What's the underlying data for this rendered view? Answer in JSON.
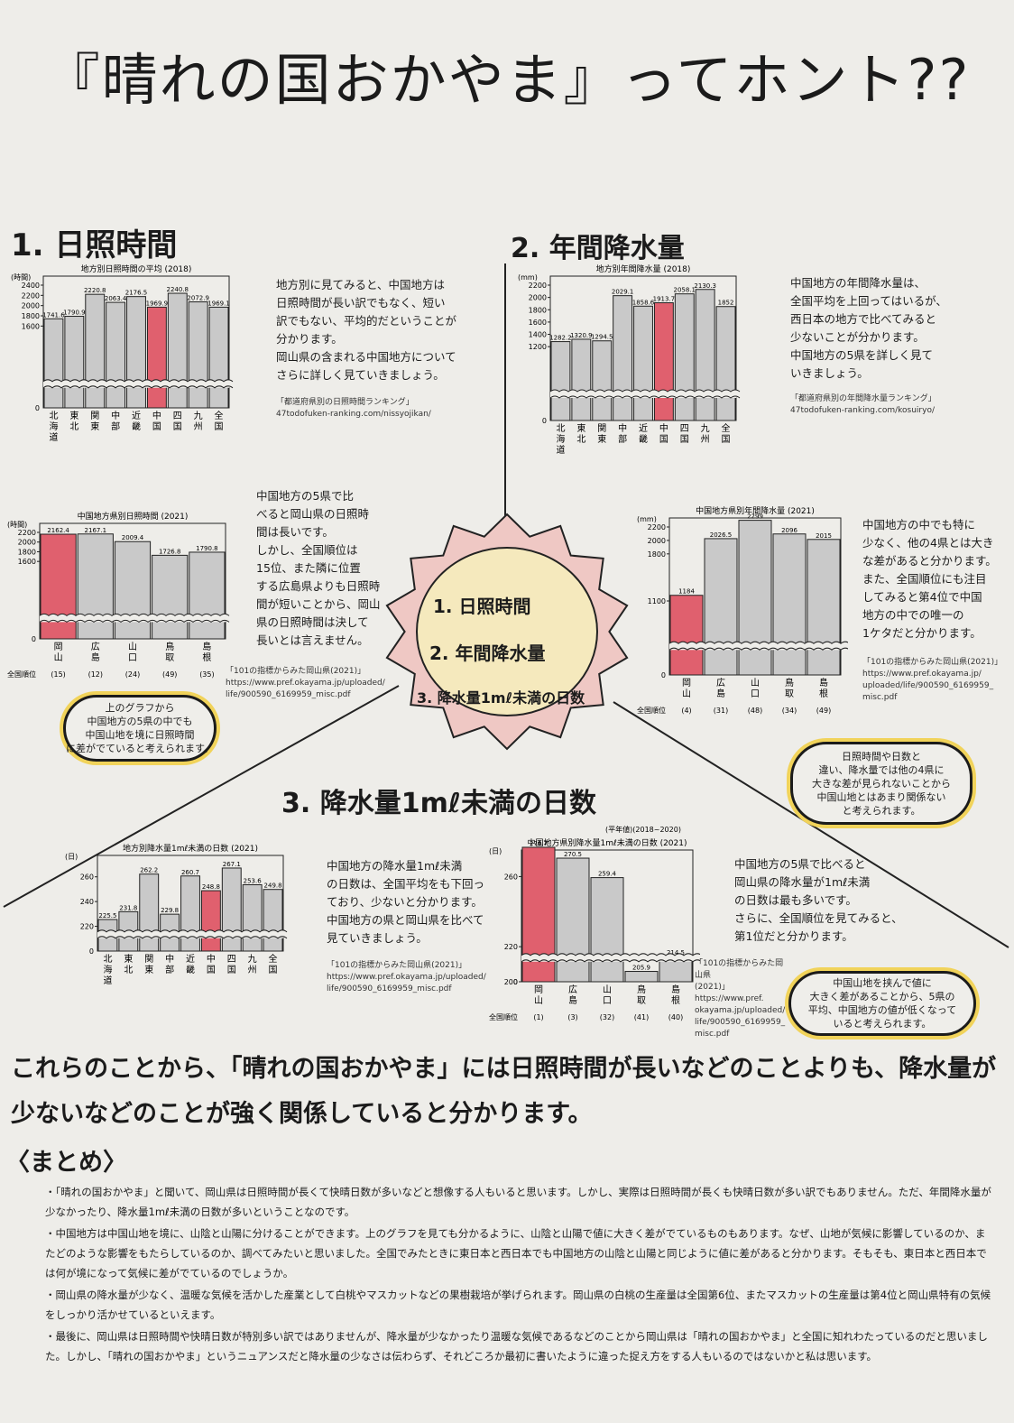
{
  "title": "『晴れの国おかやま』ってホント??",
  "hub": [
    "1. 日照時間",
    "2. 年間降水量",
    "3. 降水量1mℓ未満の日数"
  ],
  "sections": {
    "s1": {
      "heading": "1. 日照時間",
      "text1": "地方別に見てみると、中国地方は\n日照時間が長い訳でもなく、短い\n訳でもない、平均的だということが\n分かります。\n岡山県の含まれる中国地方について\nさらに詳しく見ていきましょう。",
      "src1": "「都道府県別の日照時間ランキング」\n47todofuken-ranking.com/nissyojikan/",
      "text2": "中国地方の5県で比\nべると岡山県の日照時\n間は長いです。\nしかし、全国順位は\n15位、また隣に位置\nする広島県よりも日照時\n間が短いことから、岡山\n県の日照時間は決して\n長いとは言えません。",
      "src2": "「101の指標からみた岡山県(2021)」\nhttps://www.pref.okayama.jp/uploaded/\nlife/900590_6169959_misc.pdf",
      "note": "上のグラフから\n中国地方の5県の中でも\n中国山地を境に日照時間\nに差がでていると考えられます。"
    },
    "s2": {
      "heading": "2. 年間降水量",
      "text1": "中国地方の年間降水量は、\n全国平均を上回ってはいるが、\n西日本の地方で比べてみると\n少ないことが分かります。\n中国地方の5県を詳しく見て\nいきましょう。",
      "src1": "「都道府県別の年間降水量ランキング」\n47todofuken-ranking.com/kosuiryo/",
      "text2": "中国地方の中でも特に\n少なく、他の4県とは大き\nな差があると分かります。\nまた、全国順位にも注目\nしてみると第4位で中国\n地方の中での唯一の\n1ケタだと分かります。",
      "src2": "「101の指標からみた岡山県(2021)」\nhttps://www.pref.okayama.jp/\nuploaded/life/900590_6169959_\nmisc.pdf",
      "note": "日照時間や日数と\n違い、降水量では他の4県に\n大きな差が見られないことから\n中国山地とはあまり関係ない\nと考えられます。"
    },
    "s3": {
      "heading": "3. 降水量1mℓ未満の日数",
      "text1": "中国地方の降水量1mℓ未満\nの日数は、全国平均をも下回っ\nており、少ないと分かります。\n中国地方の県と岡山県を比べて\n見ていきましょう。",
      "src1": "「101の指標からみた岡山県(2021)」\nhttps://www.pref.okayama.jp/uploaded/\nlife/900590_6169959_misc.pdf",
      "text2": "中国地方の5県で比べると\n岡山県の降水量が1mℓ未満\nの日数は最も多いです。\nさらに、全国順位を見てみると、\n第1位だと分かります。",
      "src2": "「101の指標からみた岡山県\n(2021)」\nhttps://www.pref.\nokayama.jp/uploaded/\nlife/900590_6169959_\nmisc.pdf",
      "note": "中国山地を挟んで値に\n大きく差があることから、5県の\n平均、中国地方の値が低くなって\nいると考えられます。"
    }
  },
  "conclusion": "これらのことから、「晴れの国おかやま」には日照時間が長いなどのことよりも、降水量が少ないなどのことが強く関係していると分かります。",
  "summary_heading": "〈まとめ〉",
  "summary": [
    "・「晴れの国おかやま」と聞いて、岡山県は日照時間が長くて快晴日数が多いなどと想像する人もいると思います。しかし、実際は日照時間が長くも快晴日数が多い訳でもありません。ただ、年間降水量が少なかったり、降水量1mℓ未満の日数が多いということなのです。",
    "・中国地方は中国山地を境に、山陰と山陽に分けることができます。上のグラフを見ても分かるように、山陰と山陽で値に大きく差がでているものもあります。なぜ、山地が気候に影響しているのか、またどのような影響をもたらしているのか、調べてみたいと思いました。全国でみたときに東日本と西日本でも中国地方の山陰と山陽と同じように値に差があると分かります。そもそも、東日本と西日本では何が境になって気候に差がでているのでしょうか。",
    "・岡山県の降水量が少なく、温暖な気候を活かした産業として白桃やマスカットなどの果樹栽培が挙げられます。岡山県の白桃の生産量は全国第6位、またマスカットの生産量は第4位と岡山県特有の気候をしっかり活かせているといえます。",
    "・最後に、岡山県は日照時間や快晴日数が特別多い訳ではありませんが、降水量が少なかったり温暖な気候であるなどのことから岡山県は「晴れの国おかやま」と全国に知れわたっているのだと思いました。しかし、「晴れの国おかやま」というニュアンスだと降水量の少なさは伝わらず、それどころか最初に書いたように違った捉え方をする人もいるのではないかと私は思います。"
  ],
  "chart_data": [
    {
      "id": "c1",
      "type": "bar",
      "title": "地方別日照時間の平均 (2018)",
      "ylabel": "(時間)",
      "ylim": [
        0,
        2400
      ],
      "yticks": [
        1600,
        1800,
        2000,
        2200,
        2400
      ],
      "categories": [
        "北海道",
        "東北",
        "関東",
        "中部",
        "近畿",
        "中国",
        "四国",
        "九州",
        "全国"
      ],
      "values": [
        1741.6,
        1790.9,
        2220.8,
        2063.4,
        2176.5,
        1969.9,
        2240.8,
        2072.9,
        1969.1
      ],
      "highlight": [
        5
      ]
    },
    {
      "id": "c2",
      "type": "bar",
      "title": "中国地方県別日照時間 (2021)",
      "ylabel": "(時間)",
      "ylim": [
        0,
        2200
      ],
      "yticks": [
        1600,
        1800,
        2000,
        2200
      ],
      "categories": [
        "岡山",
        "広島",
        "山口",
        "鳥取",
        "島根"
      ],
      "values": [
        2162.4,
        2167.1,
        2009.4,
        1726.8,
        1790.8
      ],
      "ranks_label": "全国順位",
      "ranks": [
        "(15)",
        "(12)",
        "(24)",
        "(49)",
        "(35)"
      ],
      "highlight": [
        0
      ]
    },
    {
      "id": "c3",
      "type": "bar",
      "title": "地方別年間降水量 (2018)",
      "ylabel": "(mm)",
      "ylim": [
        0,
        2200
      ],
      "yticks": [
        1200,
        1400,
        1600,
        1800,
        2000,
        2200
      ],
      "categories": [
        "北海道",
        "東北",
        "関東",
        "中部",
        "近畿",
        "中国",
        "四国",
        "九州",
        "全国"
      ],
      "values": [
        1282.2,
        1320.9,
        1294.5,
        2029.1,
        1858.6,
        1913.7,
        2058.1,
        2130.3,
        1852
      ],
      "highlight": [
        5
      ]
    },
    {
      "id": "c4",
      "type": "bar",
      "title": "中国地方県別年間降水量 (2021)",
      "ylabel": "(mm)",
      "ylim": [
        0,
        2200
      ],
      "yticks": [
        1100,
        1800,
        2000,
        2200
      ],
      "categories": [
        "岡山",
        "広島",
        "山口",
        "鳥取",
        "島根"
      ],
      "values": [
        1184,
        2026.5,
        2299,
        2096,
        2015
      ],
      "ranks_label": "全国順位",
      "ranks": [
        "(4)",
        "(31)",
        "(48)",
        "(34)",
        "(49)"
      ],
      "highlight": [
        0
      ]
    },
    {
      "id": "c5",
      "type": "bar",
      "title": "地方別降水量1mℓ未満の日数 (2021)",
      "ylabel": "(日)",
      "ylim": [
        200,
        270
      ],
      "yticks": [
        220,
        240,
        260
      ],
      "categories": [
        "北海道",
        "東北",
        "関東",
        "中部",
        "近畿",
        "中国",
        "四国",
        "九州",
        "全国"
      ],
      "values": [
        225.5,
        231.8,
        262.2,
        229.8,
        260.7,
        248.8,
        267.1,
        253.6,
        249.8
      ],
      "highlight": [
        5
      ]
    },
    {
      "id": "c6",
      "type": "bar",
      "title": "中国地方県別降水量1mℓ未満の日数 (2021)",
      "subtitle": "(平年値)(2018~2020)",
      "ylabel": "(日)",
      "ylim": [
        200,
        270
      ],
      "yticks": [
        200,
        220,
        260
      ],
      "categories": [
        "岡山",
        "広島",
        "山口",
        "鳥取",
        "島根"
      ],
      "values": [
        276.7,
        270.5,
        259.4,
        205.9,
        214.5
      ],
      "ranks_label": "全国順位",
      "ranks": [
        "(1)",
        "(3)",
        "(32)",
        "(41)",
        "(40)"
      ],
      "highlight": [
        0
      ]
    }
  ]
}
